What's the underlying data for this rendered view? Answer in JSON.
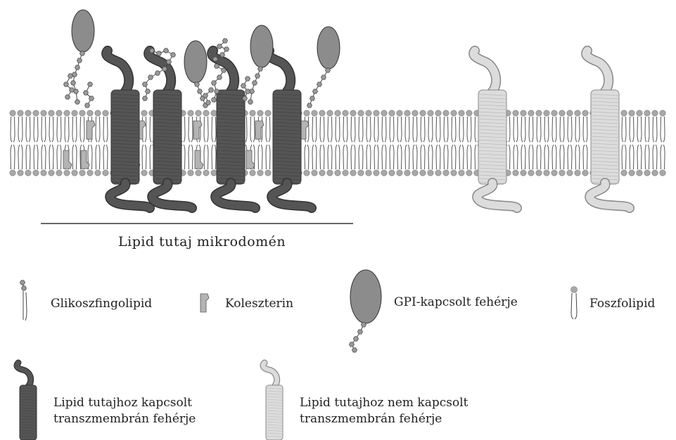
{
  "raft": {
    "label": "Lipid tutaj mikrodomén"
  },
  "legend": {
    "glycosphingolipid": "Glikoszfingolipid",
    "cholesterol": "Koleszterin",
    "gpi_protein": "GPI-kapcsolt fehérje",
    "phospholipid": "Foszfolipid",
    "raft_tm_protein_line1": "Lipid tutajhoz kapcsolt",
    "raft_tm_protein_line2": "transzmembrán fehérje",
    "nonraft_tm_protein_line1": "Lipid tutajhoz nem kapcsolt",
    "nonraft_tm_protein_line2": "transzmembrán fehérje"
  },
  "colors": {
    "raft_protein": "#555555",
    "nonraft_protein": "#dcdcdc",
    "gpi_protein": "#8c8c8c",
    "lipid_head": "#a8a8a8",
    "cholesterol": "#b4b4b4"
  }
}
